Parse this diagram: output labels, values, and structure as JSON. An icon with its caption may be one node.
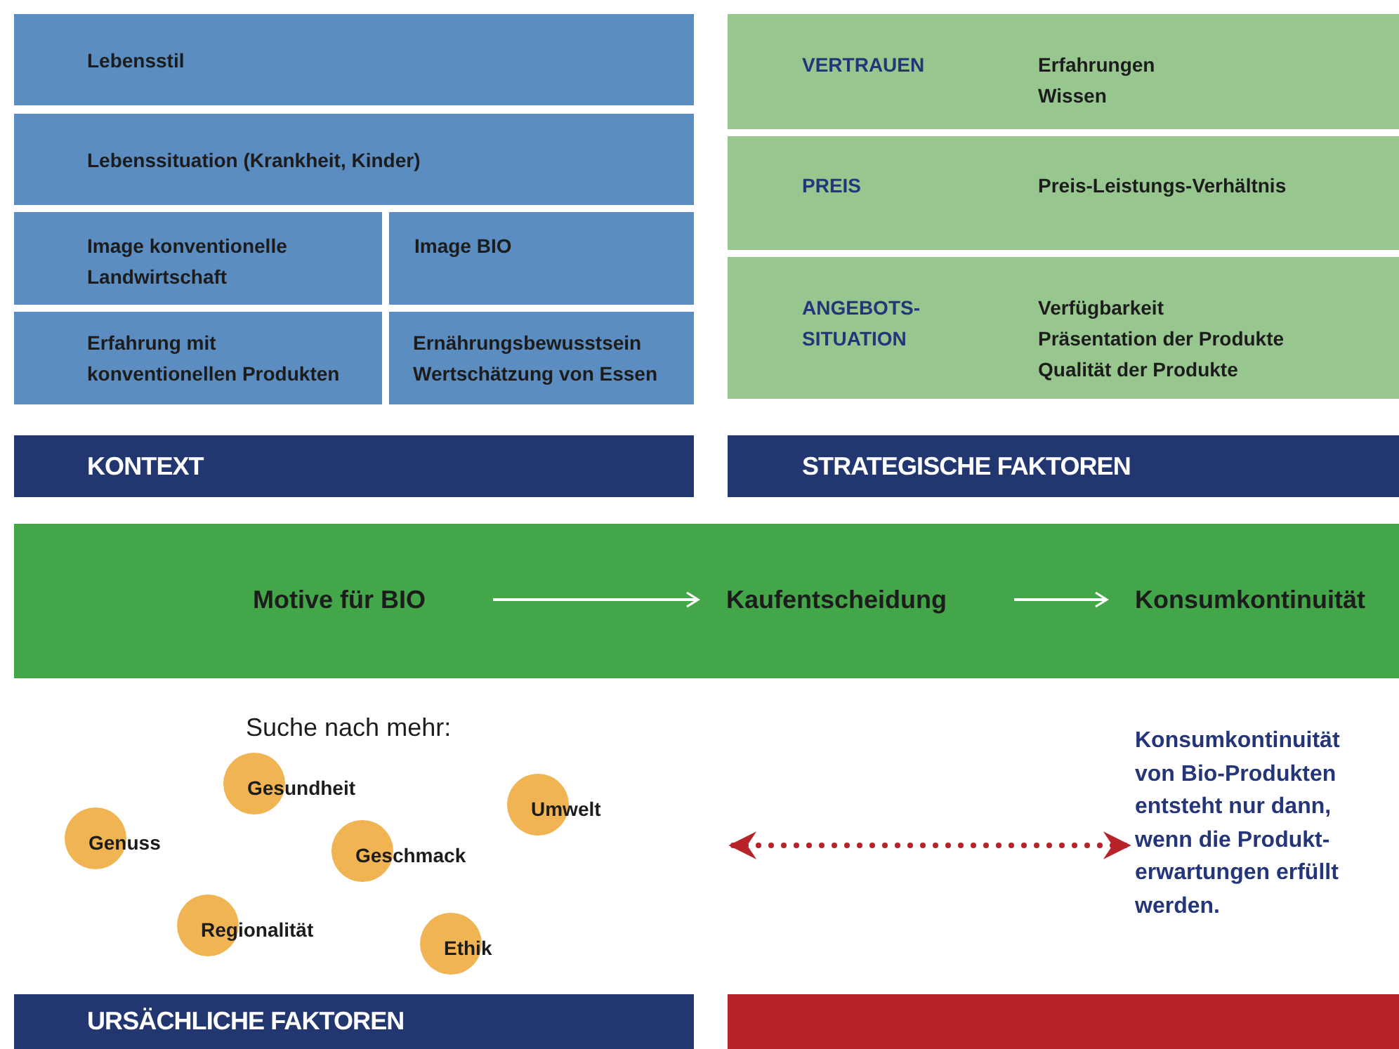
{
  "diagram": {
    "nodes": [
      {
        "text": [
          "Lebensstil"
        ]
      },
      {
        "text": [
          "Lebenssituation (Krankheit, Kinder)"
        ]
      },
      {
        "text": [
          "Image konventionelle Landwirtschaft"
        ]
      },
      {
        "text": [
          "Image BIO"
        ]
      },
      {
        "text": [
          "Erfahrung mit konventionellen Produkten"
        ]
      },
      {
        "text": [
          "Ernährungsbewusstsein Wertschätzung von Essen"
        ]
      },
      {
        "text": [
          "KONTEXT"
        ]
      },
      {
        "text": [
          "VERTRAUEN",
          "Erfahrungen",
          "Wissen"
        ]
      },
      {
        "text": [
          "PREIS",
          "Preis-Leistungs-Verhältnis"
        ]
      },
      {
        "text": [
          "ANGEBOTS-SITUATION",
          "Verfügbarkeit",
          "Präsentation der Produkte",
          "Qualität der Produkte"
        ]
      },
      {
        "text": [
          "STRATEGISCHE FAKTOREN"
        ]
      },
      {
        "text": [],
        "shape": "bar"
      },
      {
        "text": [
          "Motive für BIO"
        ],
        "in": 11
      },
      {
        "text": [
          "Kaufentscheidung"
        ],
        "in": 11
      },
      {
        "text": [
          "Konsumkontinuität"
        ],
        "in": 11
      },
      {
        "text": [
          "Gesundheit"
        ]
      },
      {
        "text": [
          "Umwelt"
        ]
      },
      {
        "text": [
          "Genuss"
        ]
      },
      {
        "text": [
          "Geschmack"
        ]
      },
      {
        "text": [
          "Regionalität"
        ]
      },
      {
        "text": [
          "Ethik"
        ]
      },
      {
        "text": [
          "Konsumkontinuität von Bio-Produkten entsteht nur dann, wenn die Produkt-erwartungen erfüllt werden."
        ]
      },
      {
        "text": [
          "URSÄCHLICHE FAKTOREN"
        ]
      },
      {
        "text": [],
        "shape": "bar"
      }
    ],
    "edges": [
      {
        "from": 12,
        "to": 13,
        "arrow": "to",
        "color": "#ffffff"
      },
      {
        "from": 13,
        "to": 14,
        "arrow": "to",
        "color": "#ffffff"
      },
      {
        "from": null,
        "to": 21,
        "arrow": "both",
        "style": "dashed",
        "color": "#b82329"
      }
    ],
    "labels": [
      "Suche nach mehr:"
    ]
  }
}
